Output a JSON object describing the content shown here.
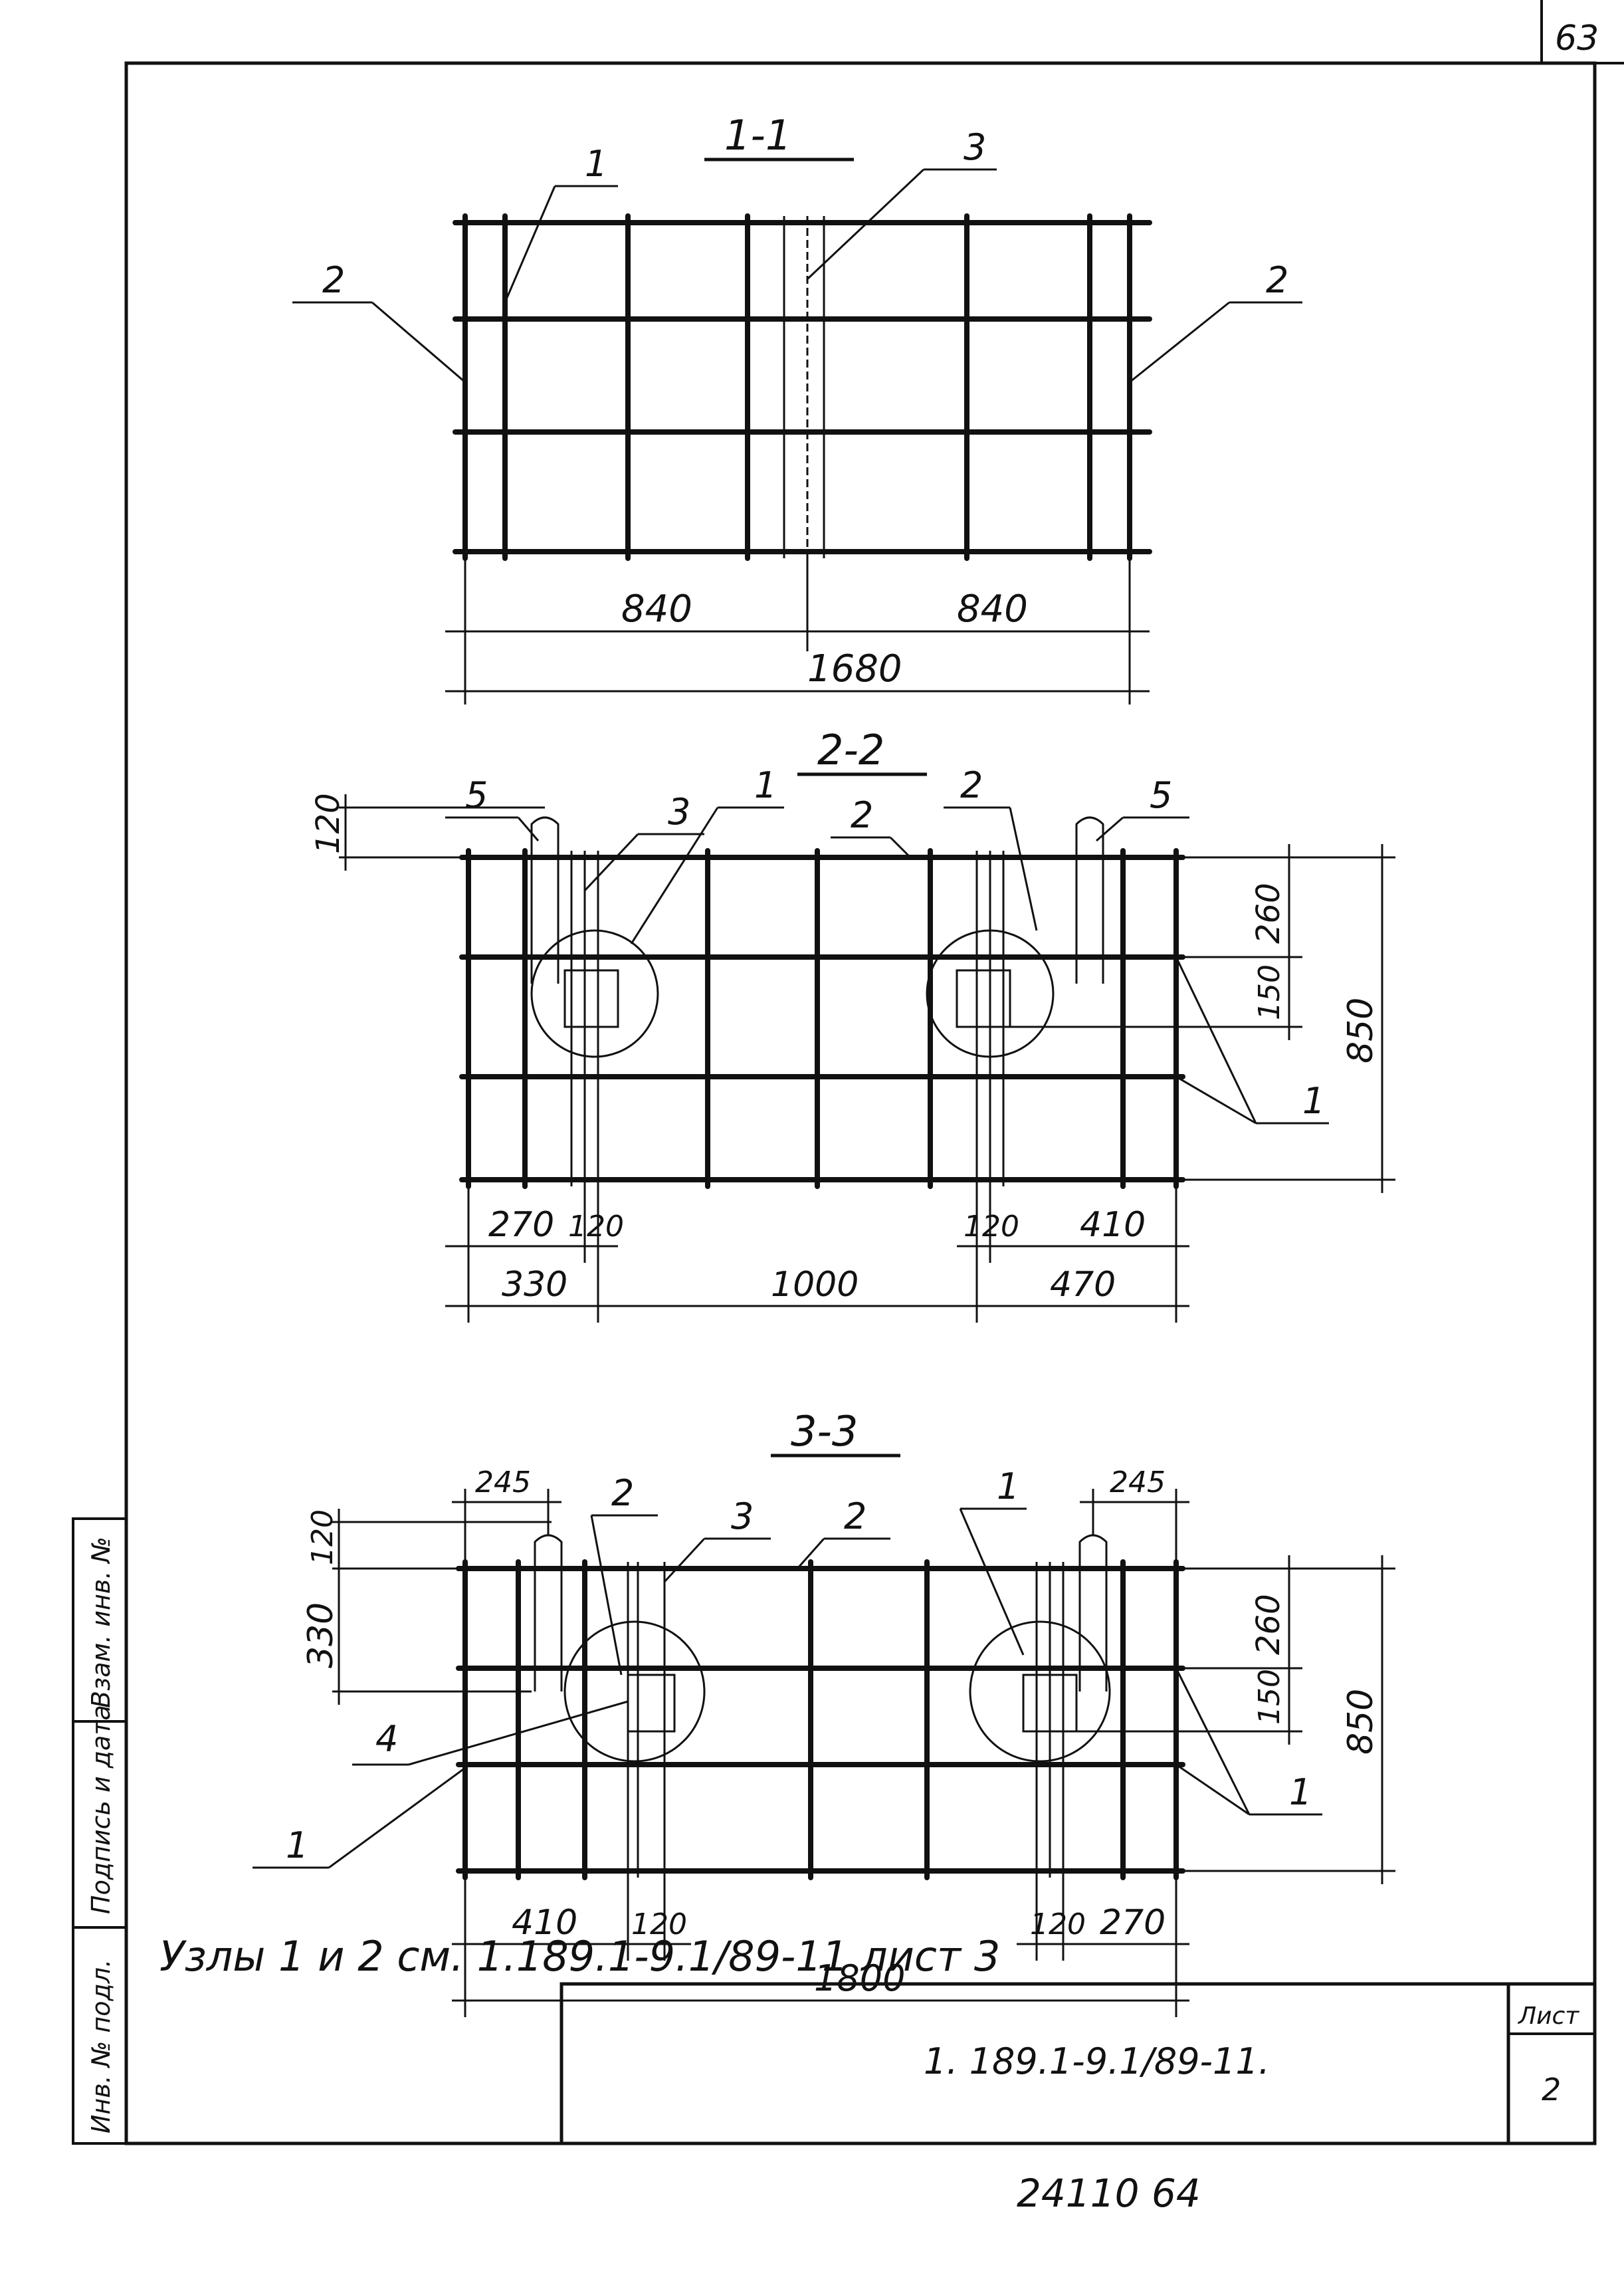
{
  "sheet": {
    "page_number": "63",
    "designation": "1. 189.1-9.1/89-11.",
    "sheet_label": "Лист",
    "sheet_number": "2",
    "inventory_footer": "24110 64",
    "note": "Узлы 1 и 2 см. 1.189.1-9.1/89-11 лист 3"
  },
  "side_stamp": {
    "field1": "Инв. № подл.",
    "field2": "Подпись и дата",
    "field3": "Взам. инв. №"
  },
  "section_1_1": {
    "title": "1-1",
    "callouts": [
      "1",
      "2",
      "2",
      "3"
    ],
    "dims": [
      "840",
      "840",
      "1680"
    ]
  },
  "section_2_2": {
    "title": "2-2",
    "callouts": [
      "5",
      "5",
      "3",
      "1",
      "2",
      "2",
      "1"
    ],
    "dims": [
      "120",
      "260",
      "150",
      "850",
      "270",
      "120",
      "120",
      "410",
      "330",
      "1000",
      "470"
    ]
  },
  "section_3_3": {
    "title": "3-3",
    "callouts": [
      "2",
      "3",
      "2",
      "1",
      "4",
      "1",
      "1"
    ],
    "dims": [
      "245",
      "245",
      "120",
      "330",
      "260",
      "150",
      "850",
      "410",
      "120",
      "120",
      "270",
      "1800"
    ]
  }
}
